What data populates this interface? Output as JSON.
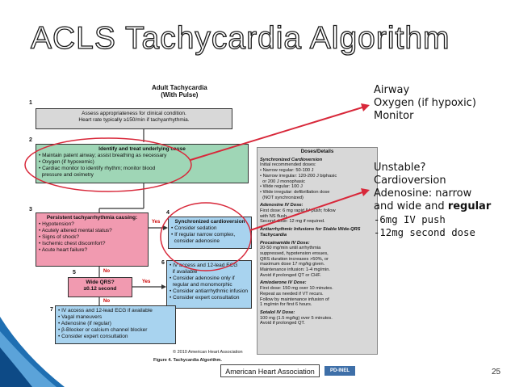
{
  "slide": {
    "title": "ACLS Tachycardia Algorithm",
    "footer_source": "American Heart Association",
    "page_number": "25",
    "badge_text": "PD-INEL"
  },
  "right_notes": {
    "group1": [
      "Airway",
      "Oxygen (if hypoxic)",
      "Monitor"
    ],
    "group2": [
      "Unstable?",
      "Cardioversion",
      "Adenosine: narrow"
    ],
    "group2_line4_prefix": "and wide and ",
    "group2_line4_bold": "regular",
    "group2_mono": [
      "-6mg IV push",
      "-12mg second dose"
    ]
  },
  "algorithm": {
    "title_line1": "Adult Tachycardia",
    "title_line2": "(With Pulse)",
    "step_numbers": [
      "1",
      "2",
      "3",
      "4",
      "5",
      "6",
      "7"
    ],
    "box1": [
      "Assess appropriateness for clinical condition.",
      "Heart rate typically ≥150/min if tachyarrhythmia."
    ],
    "box2_header": "Identify and treat underlying cause",
    "box2_items": [
      "• Maintain patent airway; assist breathing as necessary",
      "• Oxygen (if hypoxemic)",
      "• Cardiac monitor to identify rhythm; monitor blood",
      "  pressure and oximetry"
    ],
    "box3_header": "Persistent tachyarrhythmia causing:",
    "box3_items": [
      "• Hypotension?",
      "• Acutely altered mental status?",
      "• Signs of shock?",
      "• Ischemic chest discomfort?",
      "• Acute heart failure?"
    ],
    "box4_header": "Synchronized cardioversion",
    "box4_items": [
      "• Consider sedation",
      "• If regular narrow complex,",
      "  consider adenosine"
    ],
    "box5_items": [
      "• IV access and 12-lead ECG",
      "  if available",
      "• Consider adenosine only if",
      "  regular and monomorphic",
      "• Consider antiarrhythmic infusion",
      "• Consider expert consultation"
    ],
    "box6_header": "Wide QRS?",
    "box6_sub": "≥0.12 second",
    "box7_items": [
      "• IV access and 12-lead ECG if available",
      "• Vagal maneuvers",
      "• Adenosine (if regular)",
      "• β-Blocker or calcium channel blocker",
      "• Consider expert consultation"
    ],
    "yes_label": "Yes",
    "no_label": "No",
    "copyright": "© 2010 American Heart Association",
    "figure_caption": "Figure 4. Tachycardia Algorithm.",
    "doses": {
      "header": "Doses/Details",
      "sections": [
        {
          "title": "Synchronized Cardioversion",
          "lines": [
            "Initial recommended doses:",
            "• Narrow regular: 50-100 J",
            "• Narrow irregular: 120-200 J biphasic",
            "  or 200 J monophasic",
            "• Wide regular: 100 J",
            "• Wide irregular: defibrillation dose",
            "  (NOT synchronized)"
          ]
        },
        {
          "title": "Adenosine IV Dose:",
          "lines": [
            "First dose: 6 mg rapid IV push; follow",
            "with NS flush.",
            "Second dose: 12 mg if required."
          ]
        },
        {
          "title": "Antiarrhythmic Infusions for Stable Wide-QRS Tachycardia",
          "lines": []
        },
        {
          "title": "Procainamide IV Dose:",
          "lines": [
            "20-50 mg/min until arrhythmia",
            "suppressed, hypotension ensues,",
            "QRS duration increases >50%, or",
            "maximum dose 17 mg/kg given.",
            "Maintenance infusion: 1-4 mg/min.",
            "Avoid if prolonged QT or CHF."
          ]
        },
        {
          "title": "Amiodarone IV Dose:",
          "lines": [
            "First dose: 150 mg over 10 minutes.",
            "Repeat as needed if VT recurs.",
            "Follow by maintenance infusion of",
            "1 mg/min for first 6 hours."
          ]
        },
        {
          "title": "Sotalol IV Dose:",
          "lines": [
            "100 mg (1.5 mg/kg) over 5 minutes.",
            "Avoid if prolonged QT."
          ]
        }
      ]
    }
  },
  "colors": {
    "callout_red": "#d8283a",
    "box_green": "#9fd6b6",
    "box_pink": "#f19ab0",
    "box_blue": "#a8d3ef",
    "box_gray": "#d8d8d8",
    "accent_blue": "#1f6fb2"
  }
}
